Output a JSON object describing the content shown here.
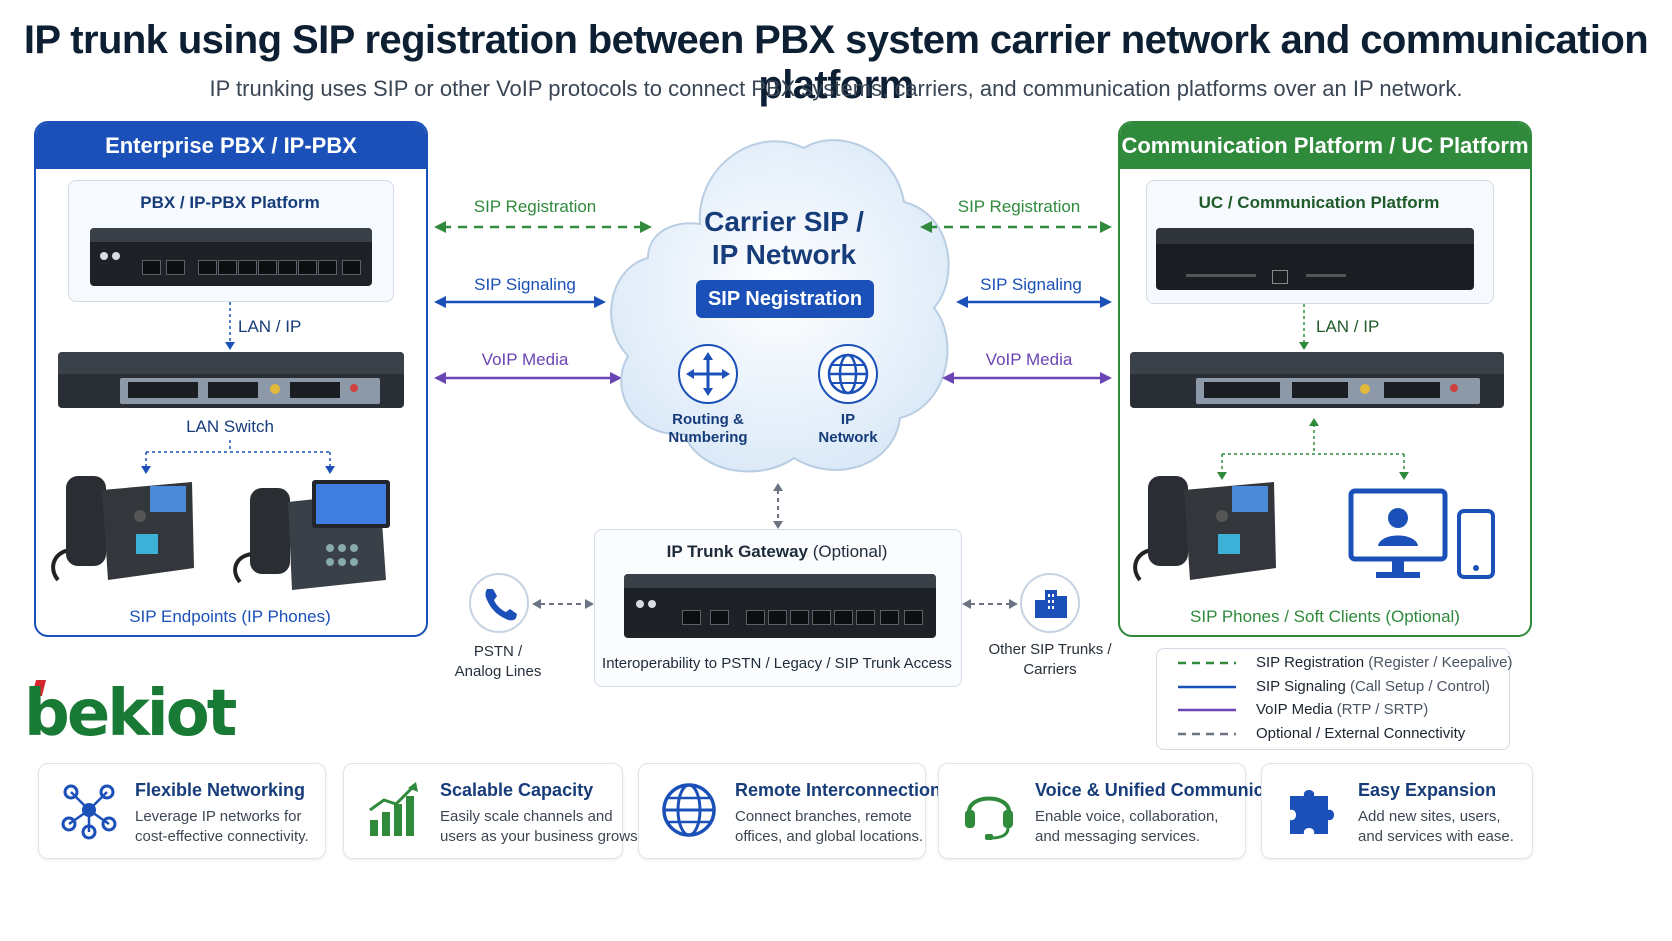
{
  "header": {
    "title": "IP trunk using SIP registration between PBX system carrier network and communication platform",
    "subtitle": "IP trunking uses SIP or other VoIP protocols to connect PBX systems, carriers, and communication platforms over an IP network."
  },
  "colors": {
    "blue": "#1a50b8",
    "green": "#2f8a3c",
    "purple": "#6b45b3",
    "gray": "#6b7480",
    "dark_navy": "#173c7a"
  },
  "left_panel": {
    "title": "Enterprise PBX / IP-PBX",
    "pbx_label": "PBX / IP-PBX Platform",
    "lan_label": "LAN / IP",
    "switch_label": "LAN Switch",
    "endpoints_label": "SIP Endpoints (IP Phones)"
  },
  "right_panel": {
    "title": "Communication Platform / UC Platform",
    "uc_label": "UC / Communication Platform",
    "lan_label": "LAN / IP",
    "phones_label": "SIP Phones / Soft Clients (Optional)"
  },
  "links_left": {
    "registration": "SIP Registration",
    "signaling": "SIP Signaling",
    "media": "VoIP Media"
  },
  "links_right": {
    "registration": "SIP Registration",
    "signaling": "SIP Signaling",
    "media": "VoIP Media"
  },
  "cloud": {
    "title_line1": "Carrier SIP /",
    "title_line2": "IP Network",
    "badge": "SIP Negistration",
    "routing_line1": "Routing &",
    "routing_line2": "Numbering",
    "ip_line1": "IP",
    "ip_line2": "Network"
  },
  "gateway": {
    "title": "IP Trunk Gateway",
    "title_suffix": "(Optional)",
    "caption": "Interoperability to PSTN / Legacy / SIP Trunk Access"
  },
  "pstn": {
    "line1": "PSTN /",
    "line2": "Analog Lines"
  },
  "other": {
    "line1": "Other SIP Trunks /",
    "line2": "Carriers"
  },
  "logo": {
    "text": "bekiot"
  },
  "legend": [
    {
      "name": "SIP Registration",
      "detail": "(Register / Keepalive)",
      "color": "#2f8a3c",
      "style": "dashed"
    },
    {
      "name": "SIP Signaling",
      "detail": "(Call Setup / Control)",
      "color": "#1a50b8",
      "style": "solid"
    },
    {
      "name": "VoIP Media",
      "detail": "(RTP / SRTP)",
      "color": "#6b45b3",
      "style": "solid"
    },
    {
      "name": "Optional / External Connectivity",
      "detail": "",
      "color": "#6b7480",
      "style": "dashed"
    }
  ],
  "features": [
    {
      "icon": "network-nodes-icon",
      "title": "Flexible Networking",
      "line1": "Leverage IP networks for",
      "line2": "cost-effective connectivity."
    },
    {
      "icon": "growth-chart-icon",
      "title": "Scalable Capacity",
      "line1": "Easily scale channels and",
      "line2": "users as your business grows."
    },
    {
      "icon": "globe-icon",
      "title": "Remote Interconnection",
      "line1": "Connect branches, remote",
      "line2": "offices, and global locations."
    },
    {
      "icon": "headset-icon",
      "title": "Voice & Unified Communication",
      "line1": "Enable voice, collaboration,",
      "line2": "and messaging services."
    },
    {
      "icon": "puzzle-icon",
      "title": "Easy Expansion",
      "line1": "Add new sites, users,",
      "line2": "and services with ease."
    }
  ]
}
